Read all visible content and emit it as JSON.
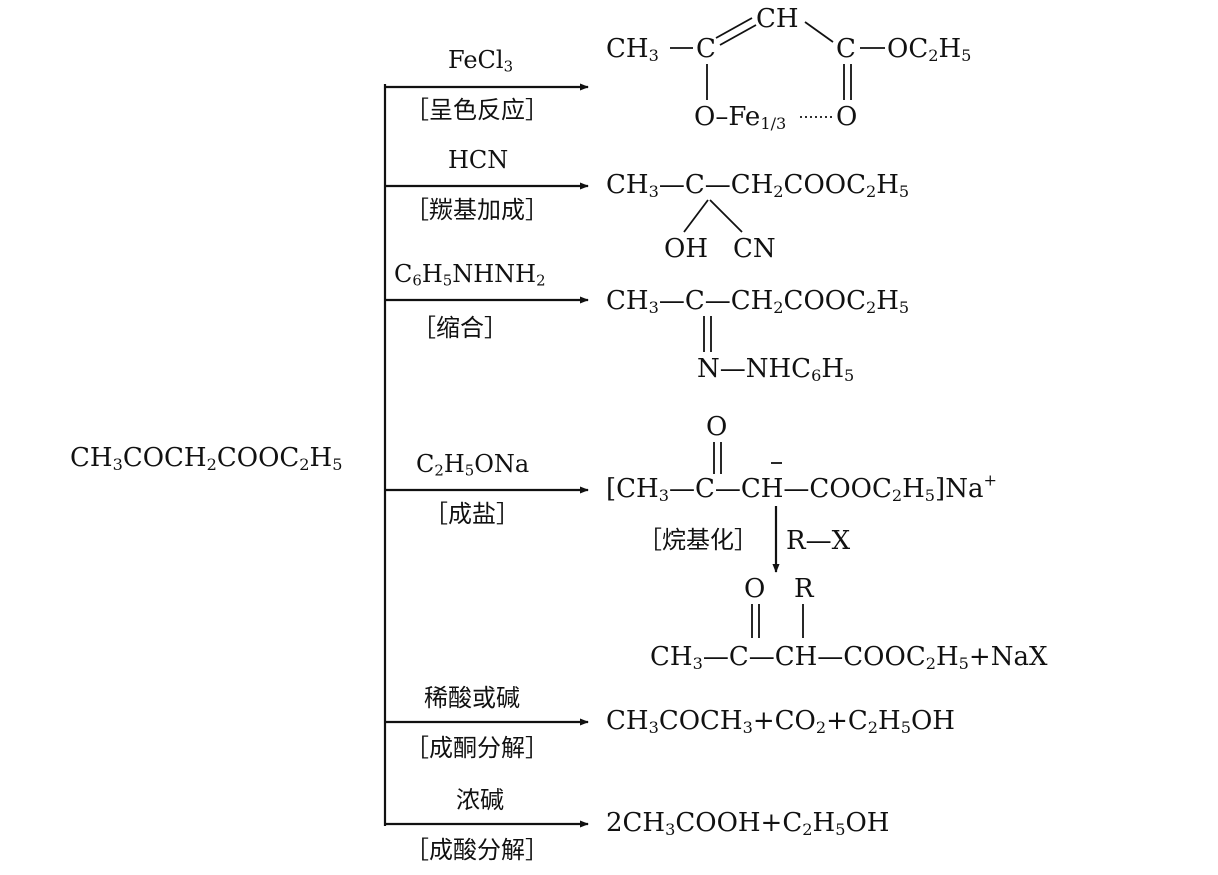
{
  "reactant": {
    "html": "CH<sub>3</sub>COCH<sub>2</sub>COOC<sub>2</sub>H<sub>5</sub>"
  },
  "branches": [
    {
      "reagent": "FeCl<sub>3</sub>",
      "type": "［呈色反应］"
    },
    {
      "reagent": "HCN",
      "type": "［羰基加成］"
    },
    {
      "reagent": "C<sub>6</sub>H<sub>5</sub>NHNH<sub>2</sub>",
      "type": "［缩合］"
    },
    {
      "reagent": "C<sub>2</sub>H<sub>5</sub>ONa",
      "type": "［成盐］"
    },
    {
      "reagent": "稀酸或碱",
      "type": "［成酮分解］"
    },
    {
      "reagent": "浓碱",
      "type": "［成酸分解］"
    }
  ],
  "products": {
    "fe_complex": {
      "ch": "CH",
      "ch3": "CH<sub>3</sub>",
      "c1": "C",
      "c2": "C",
      "oc2h5": "OC<sub>2</sub>H<sub>5</sub>",
      "o_fe": "O–Fe<sub>1/3</sub>",
      "o": "O"
    },
    "cyanohydrin": {
      "main": "CH<sub>3</sub>—C—CH<sub>2</sub>COOC<sub>2</sub>H<sub>5</sub>",
      "oh": "OH",
      "cn": "CN"
    },
    "hydrazone": {
      "main": "CH<sub>3</sub>—C—CH<sub>2</sub>COOC<sub>2</sub>H<sub>5</sub>",
      "n_sub": "N—NHC<sub>6</sub>H<sub>5</sub>"
    },
    "enolate_salt": {
      "o": "O",
      "main": "[CH<sub>3</sub>—C—CH—COOC<sub>2</sub>H<sub>5</sub>]Na<sup>+</sup>",
      "alkylation_label": "［烷基化］",
      "alkylation_reagent": "R—X"
    },
    "alkylated": {
      "o": "O",
      "r": "R",
      "main": "CH<sub>3</sub>—C—CH—COOC<sub>2</sub>H<sub>5</sub>+NaX"
    },
    "ketonic_cleavage": {
      "html": "CH<sub>3</sub>COCH<sub>3</sub>+CO<sub>2</sub>+C<sub>2</sub>H<sub>5</sub>OH"
    },
    "acid_cleavage": {
      "html": "2CH<sub>3</sub>COOH+C<sub>2</sub>H<sub>5</sub>OH"
    }
  },
  "colors": {
    "ink": "#111111",
    "paper": "#ffffff"
  }
}
